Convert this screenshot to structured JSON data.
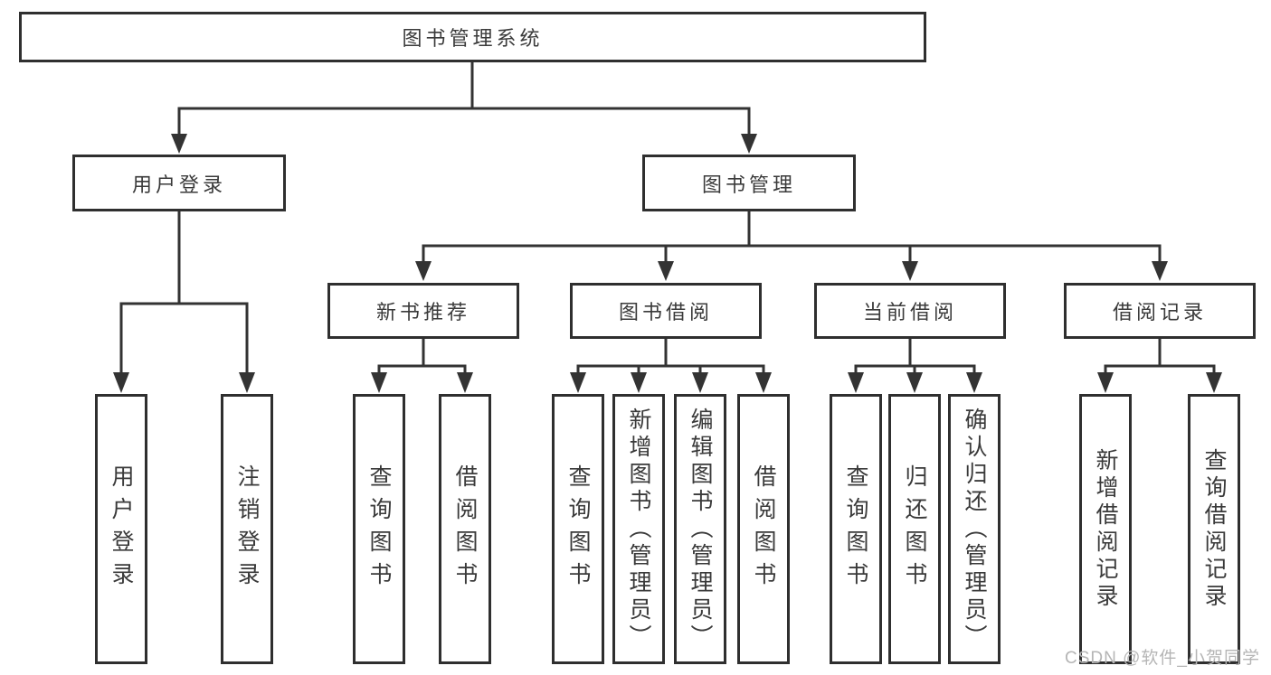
{
  "diagram": {
    "root": {
      "label": "图书管理系统"
    },
    "branches": [
      {
        "label": "用户登录",
        "children": [
          {
            "label": "用户登录"
          },
          {
            "label": "注销登录"
          }
        ]
      },
      {
        "label": "图书管理",
        "children": [
          {
            "label": "新书推荐",
            "children": [
              {
                "label": "查询图书"
              },
              {
                "label": "借阅图书"
              }
            ]
          },
          {
            "label": "图书借阅",
            "children": [
              {
                "label": "查询图书"
              },
              {
                "label": "新增图书（管理员）"
              },
              {
                "label": "编辑图书（管理员）"
              },
              {
                "label": "借阅图书"
              }
            ]
          },
          {
            "label": "当前借阅",
            "children": [
              {
                "label": "查询图书"
              },
              {
                "label": "归还图书"
              },
              {
                "label": "确认归还（管理员）"
              }
            ]
          },
          {
            "label": "借阅记录",
            "children": [
              {
                "label": "新增借阅记录"
              },
              {
                "label": "查询借阅记录"
              }
            ]
          }
        ]
      }
    ],
    "watermark": "CSDN @软件_小贺同学",
    "colors": {
      "line": "#333333",
      "box_border": "#2f2f2f",
      "text": "#3a3a3a",
      "watermark": "#b5b5b5",
      "background": "#ffffff"
    }
  }
}
